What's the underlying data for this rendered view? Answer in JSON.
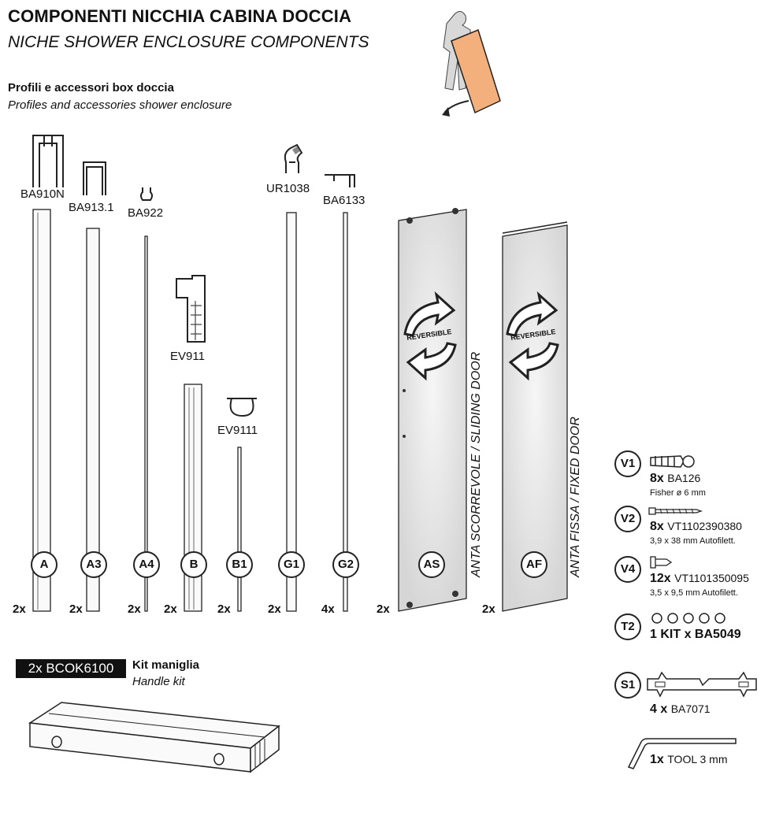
{
  "header": {
    "title_it": "COMPONENTI NICCHIA CABINA DOCCIA",
    "title_en": "NICHE SHOWER ENCLOSURE COMPONENTS",
    "subtitle_it": "Profili e accessori box doccia",
    "subtitle_en": "Profiles and accessories shower enclosure"
  },
  "profiles": [
    {
      "id": "A",
      "code": "BA910N",
      "qty": "2x"
    },
    {
      "id": "A3",
      "code": "BA913.1",
      "qty": "2x"
    },
    {
      "id": "A4",
      "code": "BA922",
      "qty": "2x"
    },
    {
      "id": "B",
      "code": "EV911",
      "qty": "2x"
    },
    {
      "id": "B1",
      "code": "EV9111",
      "qty": "2x"
    },
    {
      "id": "G1",
      "code": "UR1038",
      "qty": "2x"
    },
    {
      "id": "G2",
      "code": "BA6133",
      "qty": "4x"
    }
  ],
  "panels": [
    {
      "id": "AS",
      "qty": "2x",
      "label": "ANTA SCORREVOLE / SLIDING DOOR",
      "badge": "REVERSIBLE"
    },
    {
      "id": "AF",
      "qty": "2x",
      "label": "ANTA FISSA / FIXED DOOR",
      "badge": "REVERSIBLE"
    }
  ],
  "handle": {
    "code": "2x BCOK6100",
    "label_it": "Kit maniglia",
    "label_en": "Handle kit"
  },
  "accessories": [
    {
      "id": "V1",
      "qty": "8x",
      "code": "BA126",
      "note": "Fisher ø 6 mm"
    },
    {
      "id": "V2",
      "qty": "8x",
      "code": "VT1102390380",
      "note": "3,9 x 38 mm Autofilett."
    },
    {
      "id": "V4",
      "qty": "12x",
      "code": "VT1101350095",
      "note": "3,5 x 9,5 mm Autofilett."
    },
    {
      "id": "T2",
      "qty": "1 KIT x",
      "code": "BA5049",
      "note": ""
    },
    {
      "id": "S1",
      "qty": "4 x",
      "code": "BA7071",
      "note": ""
    },
    {
      "id": "TOOL",
      "qty": "1x",
      "code": "TOOL 3 mm",
      "note": ""
    }
  ],
  "colors": {
    "ink": "#111111",
    "panel": "#e2e2e2",
    "person": "#d8d8d8",
    "board": "#f3b07c"
  }
}
